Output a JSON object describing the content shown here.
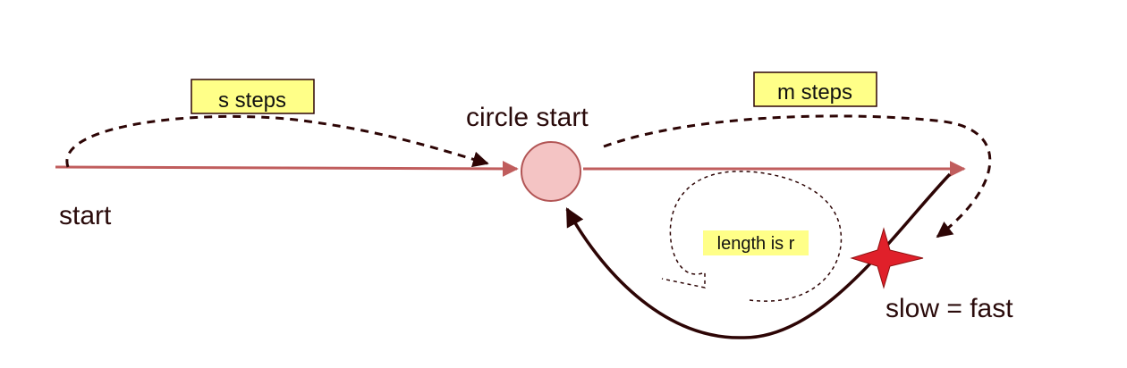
{
  "labels": {
    "start": "start",
    "circle_start": "circle start",
    "slow_eq_fast": "slow = fast",
    "s_steps": "s steps",
    "m_steps": "m steps",
    "length_is_r": "length is r"
  },
  "colors": {
    "line": "#c05d5d",
    "node_fill": "#f4c4c4",
    "node_stroke": "#b25555",
    "dash": "#2d0505",
    "highlight": "#ffff88",
    "star": "#e0202a",
    "text": "#2a0b0b"
  }
}
